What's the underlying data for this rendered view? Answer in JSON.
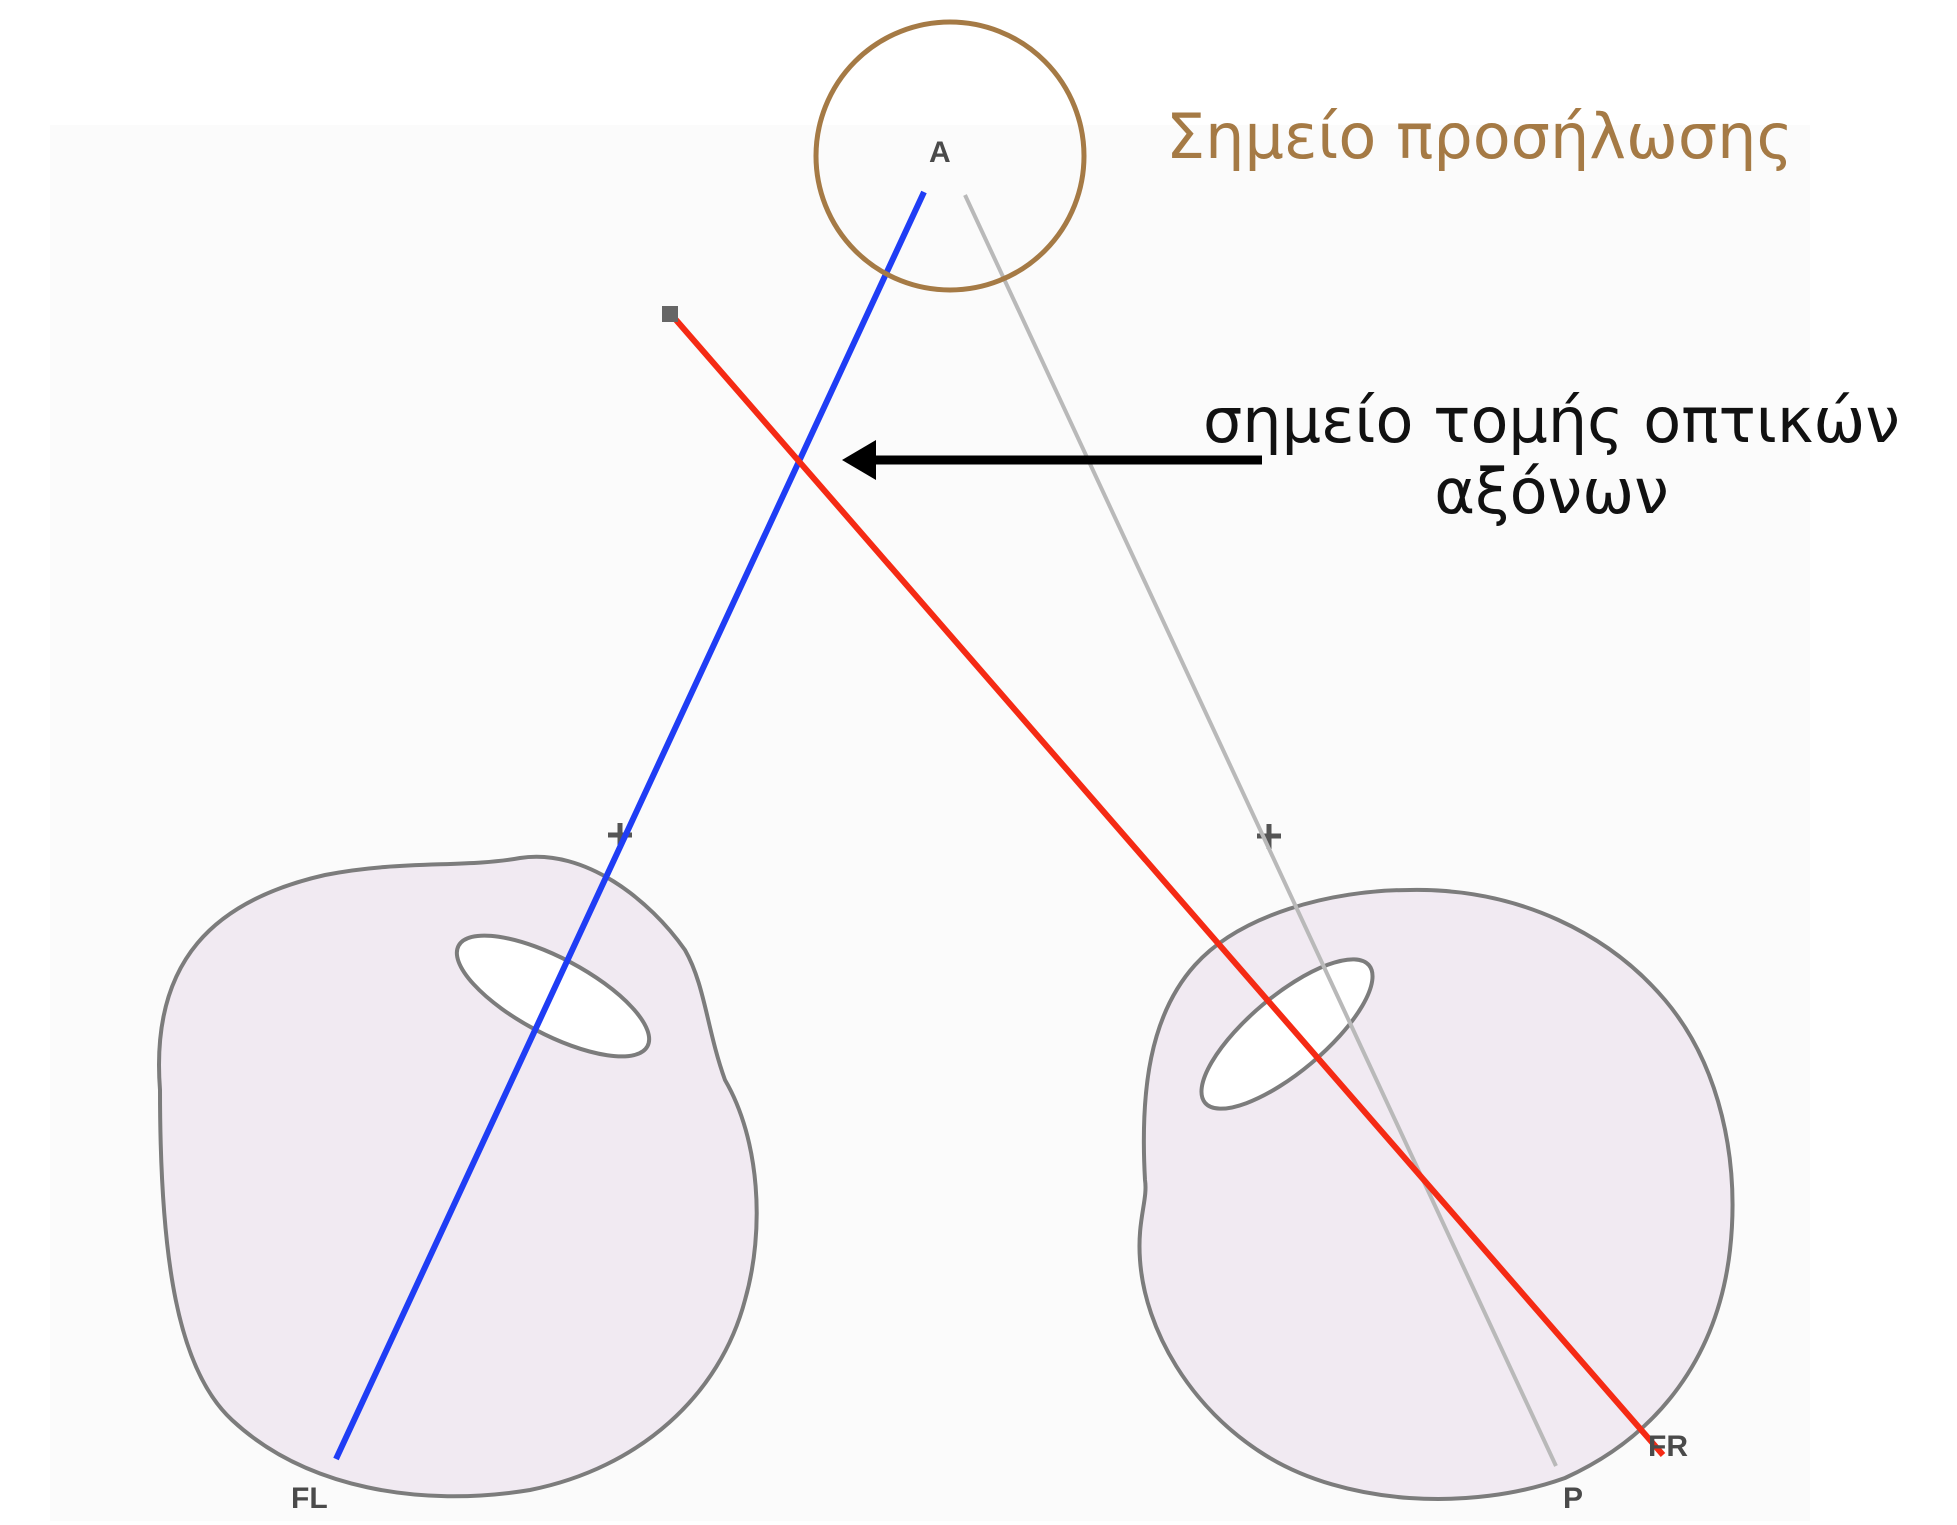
{
  "annotations": {
    "fixation_point": "Σημείο προσήλωσης",
    "intersection_line1": "σημείο τομής οπτικών",
    "intersection_line2": "αξόνων"
  },
  "points": {
    "A": "A",
    "FL": "FL",
    "FR": "FR",
    "P": "P"
  },
  "colors": {
    "left_visual_axis": "#1f3df5",
    "right_visual_axis": "#f52a14",
    "fixation_circle": "#a57a45",
    "eye_fill": "#f1eaf2",
    "eye_outline": "#7c7c7c",
    "line_of_sight": "#b9b9b9"
  }
}
